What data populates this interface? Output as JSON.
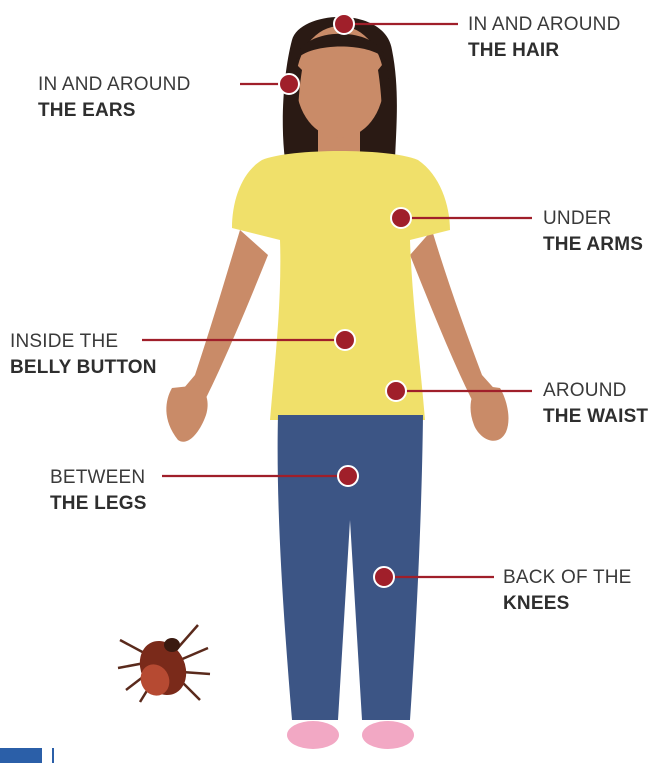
{
  "callouts": [
    {
      "id": "hair",
      "line1": "IN AND AROUND",
      "line2": "THE HAIR"
    },
    {
      "id": "ears",
      "line1": "IN AND AROUND",
      "line2": "THE EARS"
    },
    {
      "id": "arms",
      "line1": "UNDER",
      "line2": "THE ARMS"
    },
    {
      "id": "belly",
      "line1": "INSIDE THE",
      "line2": "BELLY BUTTON"
    },
    {
      "id": "waist",
      "line1": "AROUND",
      "line2": "THE WAIST"
    },
    {
      "id": "legs",
      "line1": "BETWEEN",
      "line2": "THE LEGS"
    },
    {
      "id": "knees",
      "line1": "BACK OF THE",
      "line2": "KNEES"
    }
  ],
  "colors": {
    "marker": "#a01f2a",
    "line": "#a01f2a",
    "skin": "#c98b68",
    "shirt": "#f0e06a",
    "jeans": "#3c5585",
    "hair": "#2a1a14",
    "shoes": "#f2a8c4",
    "tick": "#5a2a1c"
  },
  "icons": [
    "tick-icon",
    "logo-icon"
  ]
}
